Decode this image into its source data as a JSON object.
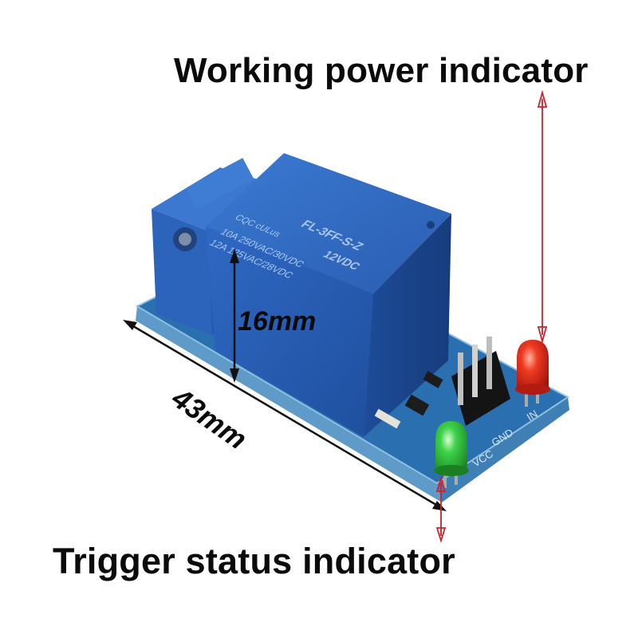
{
  "captions": {
    "top": "Working power indicator",
    "bottom": "Trigger status indicator"
  },
  "dimensions": {
    "height": "16mm",
    "width": "43mm"
  },
  "relay": {
    "brand": "FL-3FF-S-Z",
    "coil": "12VDC",
    "rating1": "10A 250VAC/30VDC",
    "rating2": "12A 125VAC/28VDC",
    "marks": "CQC  cULus"
  },
  "pins": {
    "in": "IN",
    "gnd": "GND",
    "vcc": "VCC"
  },
  "colors": {
    "relay_blue": "#2f62b8",
    "terminal_blue": "#2a5fb0",
    "pcb_blue": "#1f5f9c",
    "led_red": "#e02a1a",
    "led_green": "#34c23a",
    "arrow_red": "#d21f2a"
  }
}
